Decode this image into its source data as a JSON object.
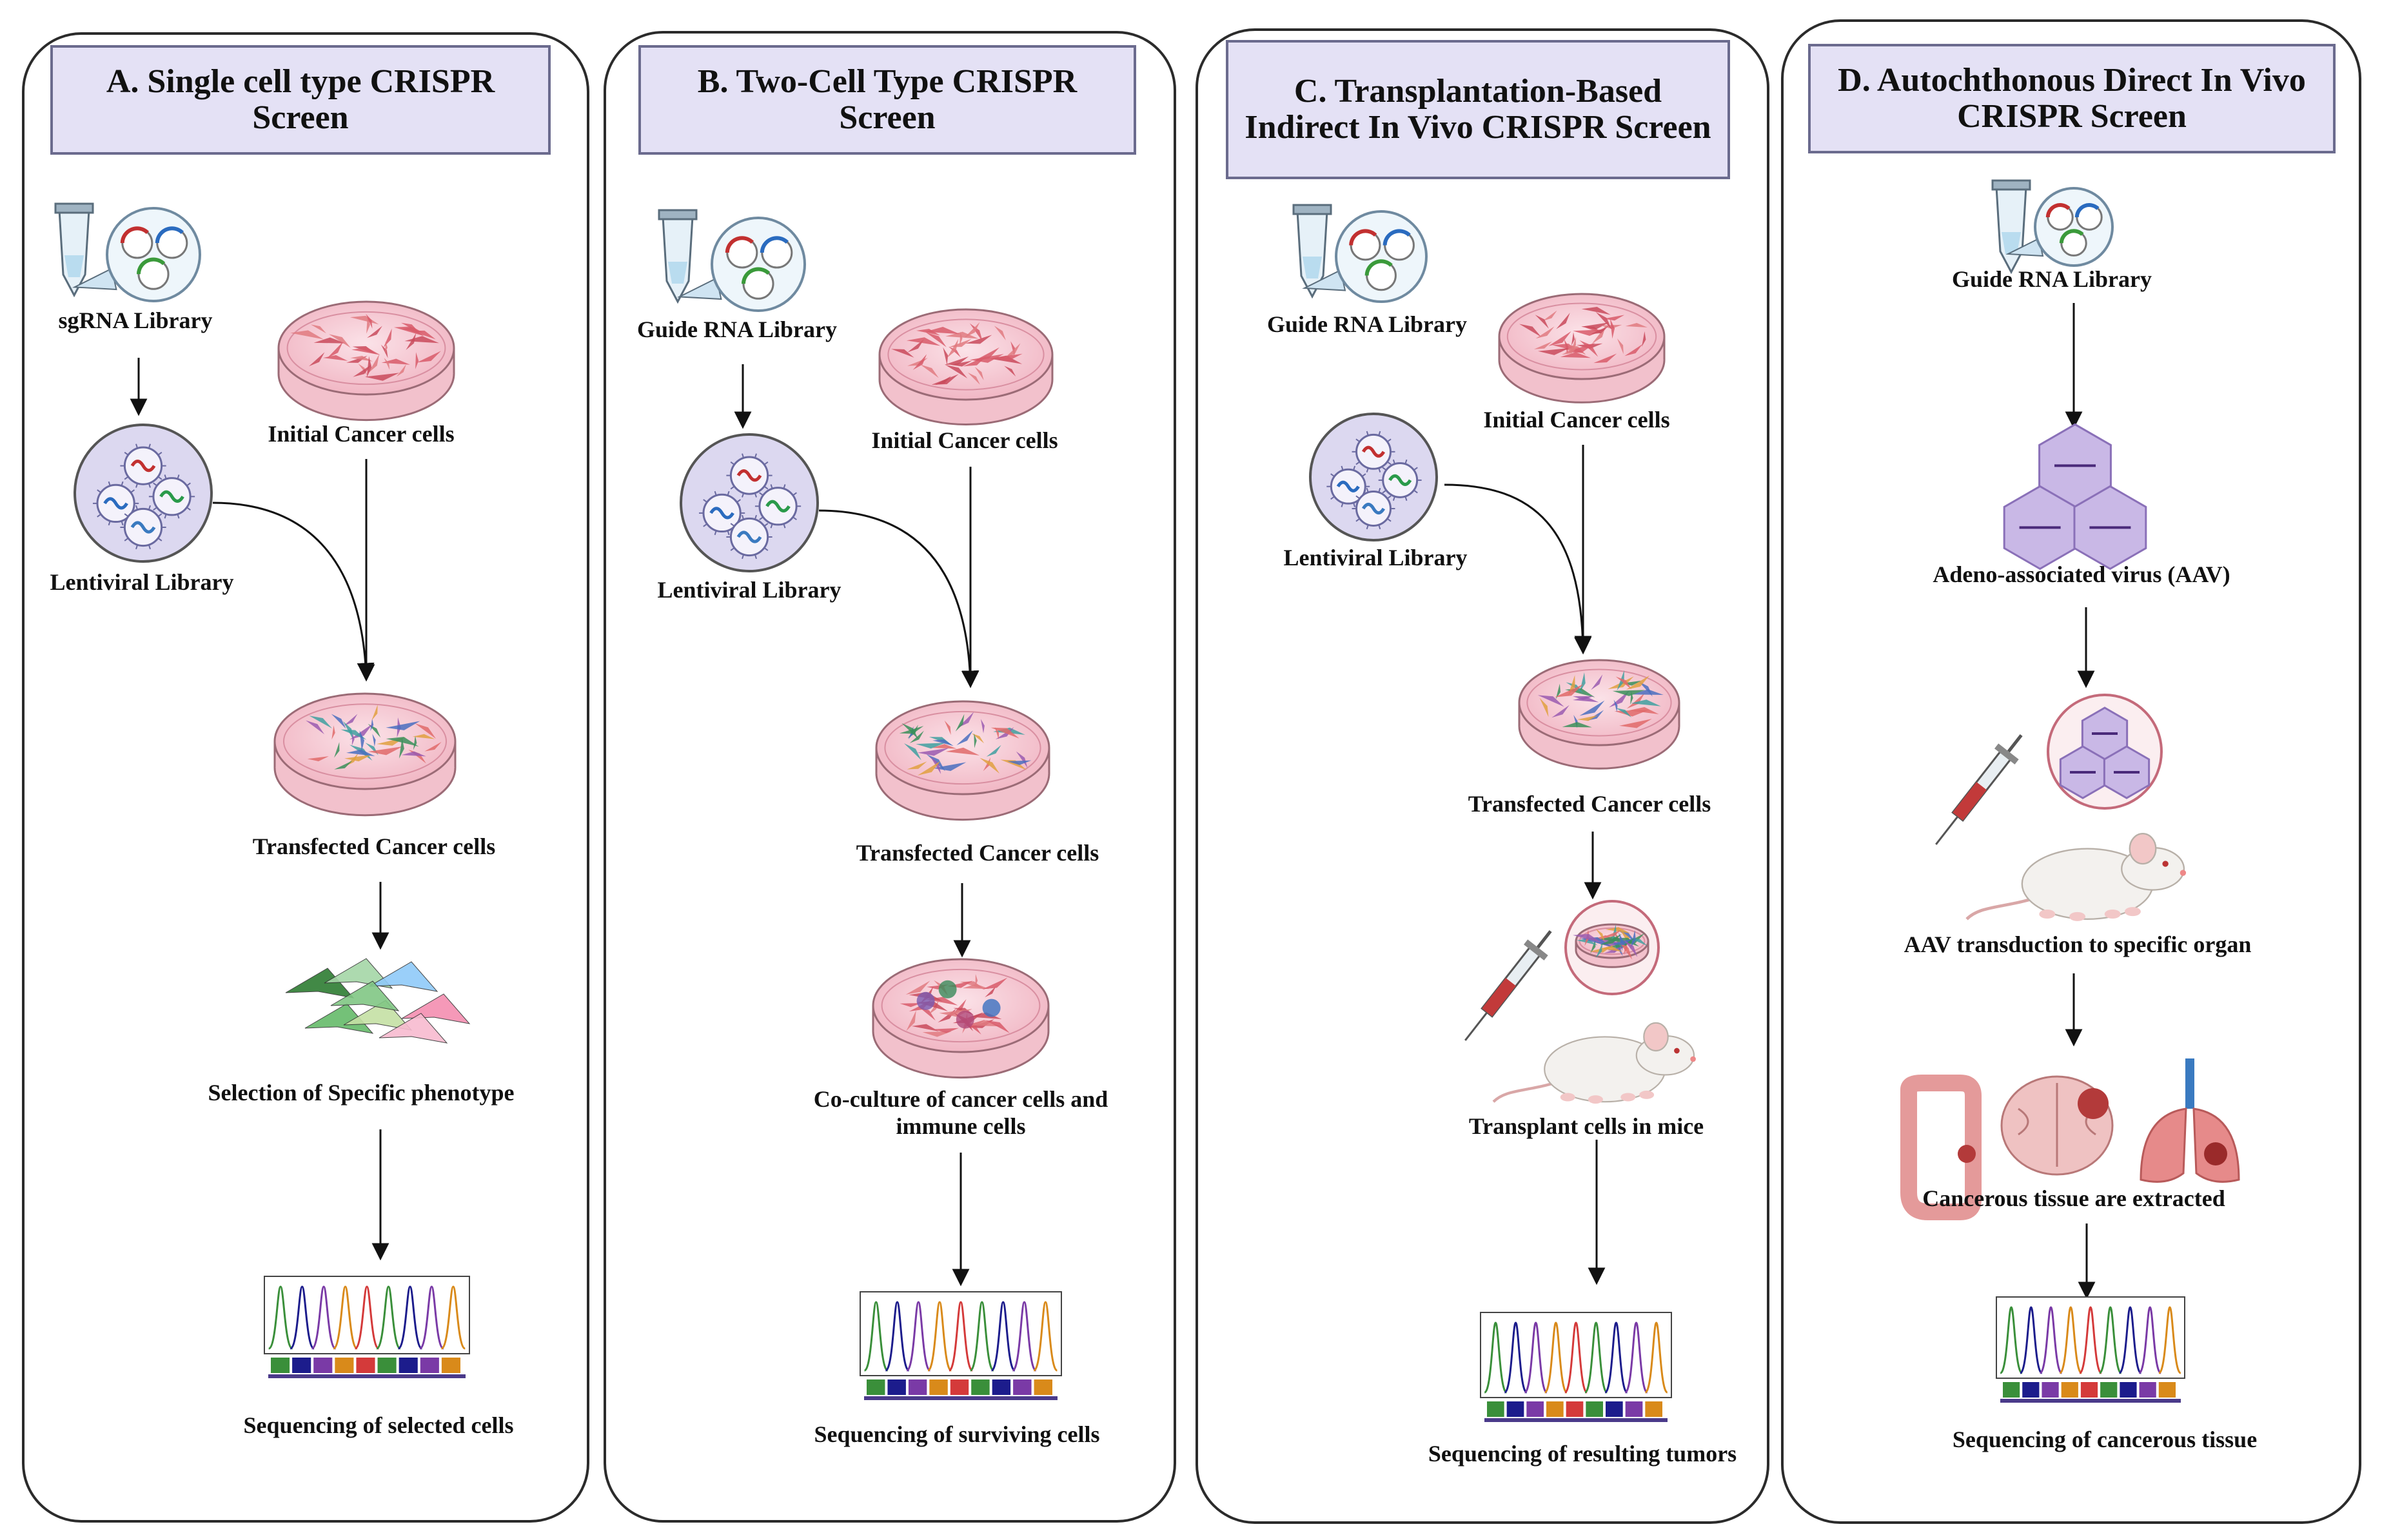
{
  "panels": [
    {
      "title": "A. Single cell type CRISPR Screen",
      "labels": {
        "library": "sgRNA Library",
        "lentiviral": "Lentiviral Library",
        "initial": "Initial Cancer cells",
        "transfected": "Transfected Cancer cells",
        "step4": "Selection of Specific phenotype",
        "sequencing": "Sequencing of selected cells"
      }
    },
    {
      "title": "B. Two-Cell Type CRISPR Screen",
      "labels": {
        "library": "Guide RNA Library",
        "lentiviral": "Lentiviral Library",
        "initial": "Initial Cancer cells",
        "transfected": "Transfected Cancer cells",
        "step4": "Co-culture of cancer cells and immune cells",
        "sequencing": "Sequencing of surviving cells"
      }
    },
    {
      "title": "C. Transplantation-Based Indirect In Vivo CRISPR Screen",
      "labels": {
        "library": "Guide RNA Library",
        "lentiviral": "Lentiviral Library",
        "initial": "Initial Cancer cells",
        "transfected": "Transfected Cancer cells",
        "step4": "Transplant cells in mice",
        "sequencing": "Sequencing of resulting tumors"
      }
    },
    {
      "title": "D. Autochthonous Direct In Vivo CRISPR Screen",
      "labels": {
        "library": "Guide RNA Library",
        "aav": "Adeno-associated virus (AAV)",
        "transduction": "AAV transduction to specific organ",
        "tissue": "Cancerous tissue are extracted",
        "sequencing": "Sequencing of cancerous tissue"
      }
    }
  ],
  "colors": {
    "panel_border": "#2b2b2b",
    "title_fill": "#e4e1f5",
    "title_border": "#6b6b8e",
    "dish": "#f4c6d0",
    "virus_fill": "#dcd8f0",
    "aav_fill": "#c9b8e6",
    "trace_colors": [
      "#3a8f3a",
      "#1c1c8c",
      "#7a3aa6",
      "#d98a1a",
      "#d43a3a"
    ]
  },
  "icons": [
    "tube-icon",
    "plasmid-icon",
    "petri-dish-icon",
    "lentivirus-icon",
    "aav-icon",
    "syringe-icon",
    "mouse-icon",
    "colon-icon",
    "brain-icon",
    "lung-icon",
    "chromatogram-icon"
  ]
}
